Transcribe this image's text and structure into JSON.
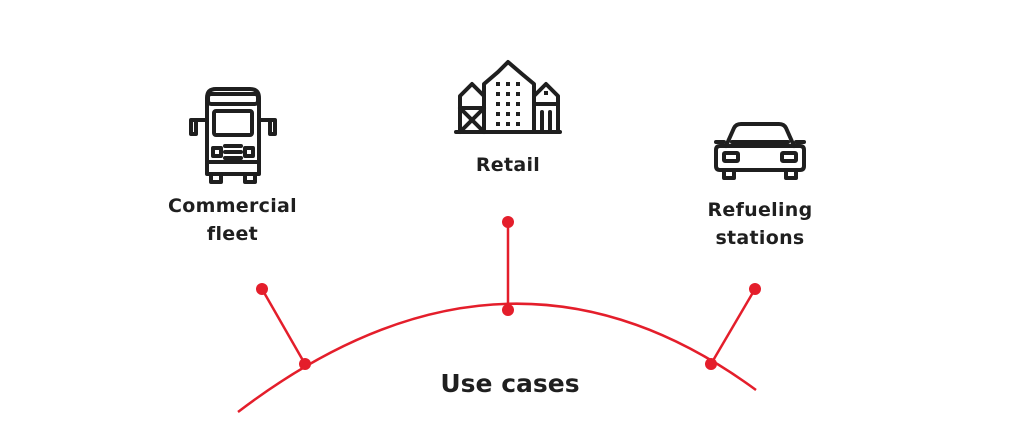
{
  "title": "Use cases",
  "use_cases": [
    {
      "name": "Commercial fleet",
      "lines": [
        "Commercial",
        "fleet"
      ],
      "icon": "truck-icon"
    },
    {
      "name": "Retail",
      "lines": [
        "Retail"
      ],
      "icon": "buildings-icon"
    },
    {
      "name": "Refueling stations",
      "lines": [
        "Refueling",
        "stations"
      ],
      "icon": "car-icon"
    }
  ],
  "colors": {
    "accent": "#e41e2b",
    "icon": "#1f1f1f",
    "text": "#1f1f1f"
  }
}
